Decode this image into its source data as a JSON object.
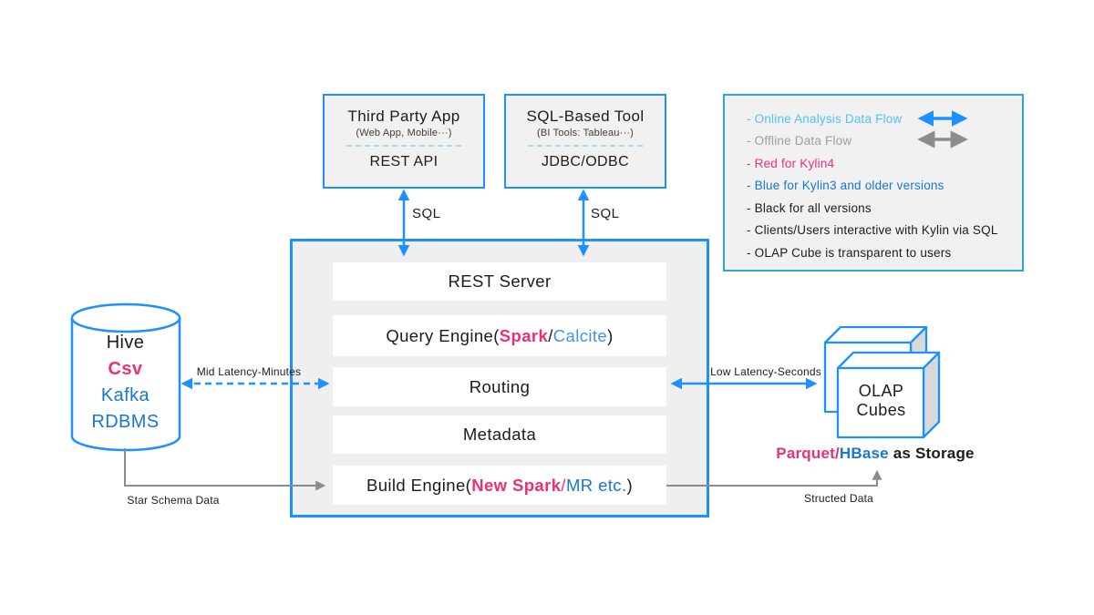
{
  "colors": {
    "accent_blue": "#1e90ff",
    "light_blue": "#4fc3f7",
    "text_blue": "#1976d2",
    "calcite_blue": "#4a90e2",
    "pink": "#ed2f77",
    "gray_line": "#8c8c8c",
    "gray_text": "#9e9e9e",
    "black": "#1c1c1c"
  },
  "top_boxes": [
    {
      "title": "Third Party App",
      "subtitle": "(Web App, Mobile···)",
      "proto": "REST API"
    },
    {
      "title": "SQL-Based Tool",
      "subtitle": "(BI Tools: Tableau···)",
      "proto": "JDBC/ODBC"
    }
  ],
  "sql_labels": {
    "left": "SQL",
    "right": "SQL"
  },
  "legend": {
    "items": [
      {
        "text": "- Online Analysis Data Flow",
        "color": "#4fc3f7",
        "arrow": "blue-double-arrow"
      },
      {
        "text": "- Offline Data Flow",
        "color": "#9e9e9e",
        "arrow": "gray-double-arrow"
      },
      {
        "text": "- Red for Kylin4",
        "color": "#ed2f77",
        "arrow": null
      },
      {
        "text": "- Blue for Kylin3 and older versions",
        "color": "#1976d2",
        "arrow": null
      },
      {
        "text": "- Black for all versions",
        "color": "#1c1c1c",
        "arrow": null
      },
      {
        "text": "- Clients/Users interactive with Kylin via SQL",
        "color": "#1c1c1c",
        "arrow": null
      },
      {
        "text": "- OLAP Cube is transparent to users",
        "color": "#1c1c1c",
        "arrow": null
      }
    ]
  },
  "stack": {
    "rows": [
      {
        "name": "rest-server",
        "segments": [
          {
            "text": "REST Server",
            "color": "#1c1c1c"
          }
        ]
      },
      {
        "name": "query-engine",
        "segments": [
          {
            "text": "Query Engine(",
            "color": "#1c1c1c"
          },
          {
            "text": "Spark",
            "color": "#ed2f77",
            "bold": true
          },
          {
            "text": "/",
            "color": "#1c1c1c"
          },
          {
            "text": "Calcite",
            "color": "#4a90e2"
          },
          {
            "text": ")",
            "color": "#1c1c1c"
          }
        ]
      },
      {
        "name": "routing",
        "segments": [
          {
            "text": "Routing",
            "color": "#1c1c1c"
          }
        ]
      },
      {
        "name": "metadata",
        "segments": [
          {
            "text": "Metadata",
            "color": "#1c1c1c"
          }
        ]
      },
      {
        "name": "build-engine",
        "segments": [
          {
            "text": "Build Engine(",
            "color": "#1c1c1c"
          },
          {
            "text": "New Spark",
            "color": "#ed2f77",
            "bold": true
          },
          {
            "text": "/",
            "color": "#ed2f77"
          },
          {
            "text": "MR etc.",
            "color": "#1976d2"
          },
          {
            "text": ")",
            "color": "#1c1c1c"
          }
        ]
      }
    ]
  },
  "datasource": {
    "items": [
      {
        "text": "Hive",
        "color": "#1c1c1c"
      },
      {
        "text": "Csv",
        "color": "#ed2f77",
        "bold": true
      },
      {
        "text": "Kafka",
        "color": "#1976d2"
      },
      {
        "text": "RDBMS",
        "color": "#1976d2"
      }
    ]
  },
  "olap": {
    "cube_label": "OLAP\nCubes",
    "storage_segments": [
      {
        "text": "Parquet",
        "color": "#ed2f77"
      },
      {
        "text": "/",
        "color": "#ed2f77"
      },
      {
        "text": "HBase",
        "color": "#1976d2"
      },
      {
        "text": " as Storage",
        "color": "#1c1c1c",
        "bold": true
      }
    ]
  },
  "flow_labels": {
    "mid_latency": "Mid Latency-Minutes",
    "low_latency": "Low Latency-Seconds",
    "star_schema": "Star Schema Data",
    "structed": "Structed Data"
  }
}
